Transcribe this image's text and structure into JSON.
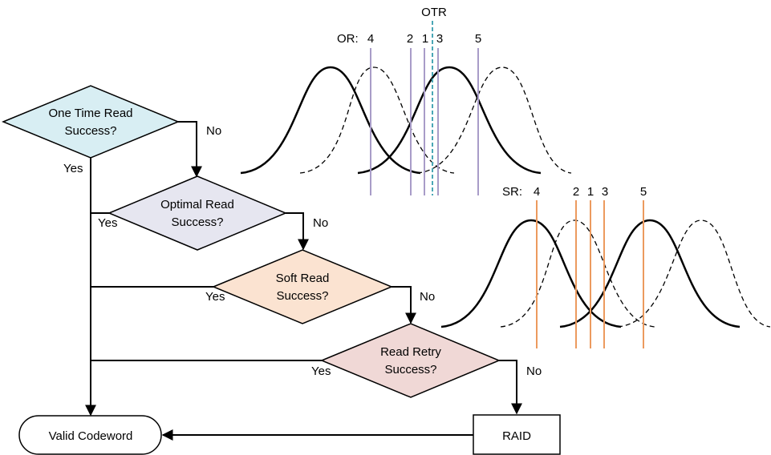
{
  "colors": {
    "one_time": "#d8eef3",
    "optimal": "#e6e6f0",
    "soft": "#fbe3d1",
    "retry": "#f0d8d6",
    "or_line": "#a89cc8",
    "otr_line": "#4aa7b6",
    "sr_line": "#ec9a5e"
  },
  "flowchart": {
    "d1": {
      "line1": "One Time Read",
      "line2": "Success?"
    },
    "d2": {
      "line1": "Optimal Read",
      "line2": "Success?"
    },
    "d3": {
      "line1": "Soft Read",
      "line2": "Success?"
    },
    "d4": {
      "line1": "Read Retry",
      "line2": "Success?"
    },
    "valid": "Valid Codeword",
    "raid": "RAID",
    "yes": "Yes",
    "no": "No"
  },
  "or_plot": {
    "label": "OR:",
    "otr_label": "OTR",
    "levels": [
      "4",
      "2",
      "1",
      "3",
      "5"
    ]
  },
  "sr_plot": {
    "label": "SR:",
    "levels": [
      "4",
      "2",
      "1",
      "3",
      "5"
    ]
  }
}
